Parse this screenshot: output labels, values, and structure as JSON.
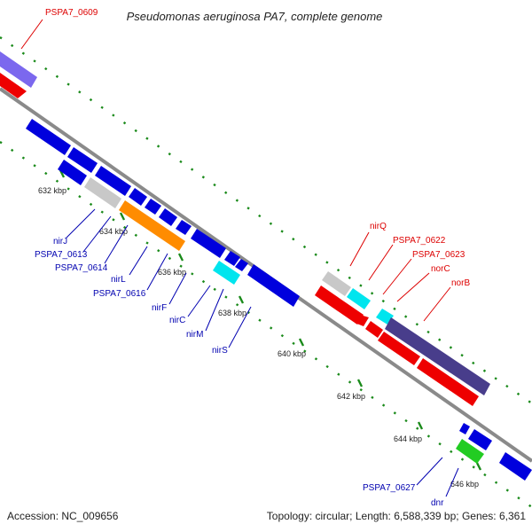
{
  "map": {
    "title": "Pseudomonas aeruginosa PA7, complete genome",
    "footer_left": "Accession: NC_009656",
    "footer_right": "Topology: circular; Length: 6,588,339 bp; Genes: 6,361"
  },
  "ticks": [
    "632 kbp",
    "634 kbp",
    "636 kbp",
    "638 kbp",
    "640 kbp",
    "642 kbp",
    "644 kbp",
    "646 kbp"
  ],
  "genes_blue": [
    "nirJ",
    "PSPA7_0613",
    "PSPA7_0614",
    "nirL",
    "PSPA7_0616",
    "nirF",
    "nirC",
    "nirM",
    "nirS",
    "PSPA7_0627",
    "dnr"
  ],
  "genes_red": [
    "PSPA7_0609",
    "nirQ",
    "PSPA7_0622",
    "PSPA7_0623",
    "norC",
    "norB"
  ],
  "colors": {
    "blue": "#0000dd",
    "red": "#ee0000",
    "orange": "#ff8c00",
    "cyan": "#00e5ee",
    "grey": "#c8c8c8",
    "slate": "#483d8b",
    "lavender": "#7b68ee",
    "green": "#22cc22",
    "label_blue": "#0000b0",
    "label_red": "#dd0000",
    "dot_green": "#1a8a1a"
  }
}
